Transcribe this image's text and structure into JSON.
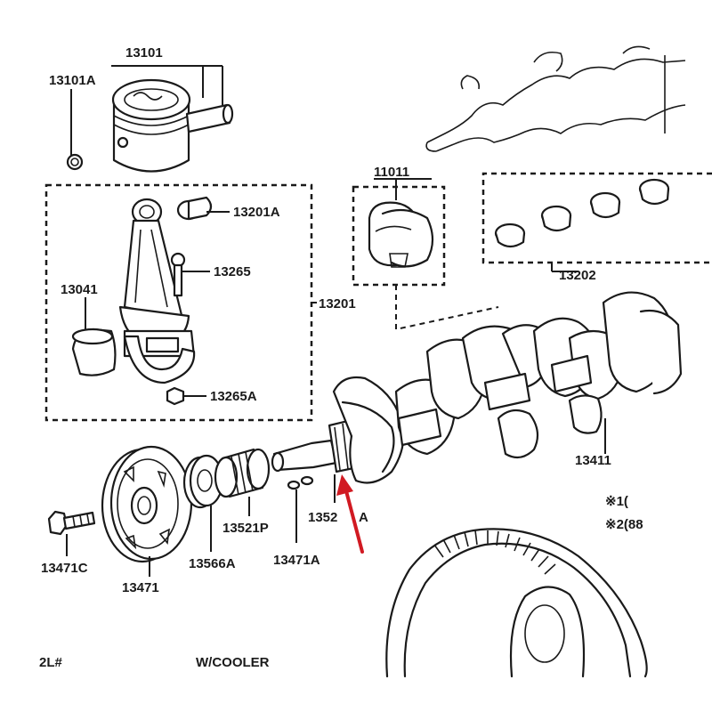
{
  "labels": {
    "piston": "13101",
    "piston_clip": "13101A",
    "bushing": "13201A",
    "conrod_bolt": "13265",
    "conrod_assy_bearing": "13041",
    "conrod_assy": "13201",
    "conrod_nut": "13265A",
    "crank_bearing_upper": "11011",
    "crank_bearing_set": "13202",
    "crankshaft": "13411",
    "pulley": "13471",
    "pulley_bolt": "13471C",
    "spacer": "13566A",
    "timing_gear": "13521P",
    "key": "13471A",
    "crank_key": "1352",
    "crank_key_suffix": "A",
    "note1": "※1(",
    "note2": "※2(88",
    "footer_left": "2L#",
    "footer_center": "W/COOLER"
  },
  "colors": {
    "line": "#1a1a1a",
    "arrow": "#d11a22",
    "background": "#ffffff"
  },
  "icons": {
    "arrow": "red-pointer-arrow"
  }
}
